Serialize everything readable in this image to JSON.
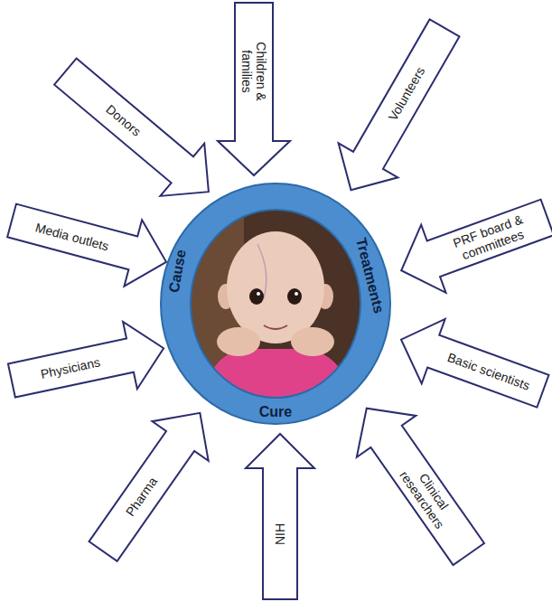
{
  "diagram": {
    "nodes": [
      {
        "text": [
          "Cause",
          "Treatments",
          "Cure"
        ]
      },
      {
        "text": [
          "Children & families"
        ]
      },
      {
        "text": [
          "Volunteers"
        ]
      },
      {
        "text": [
          "PRF board & committees"
        ]
      },
      {
        "text": [
          "Basic scientists"
        ]
      },
      {
        "text": [
          "Clinical researchers"
        ]
      },
      {
        "text": [
          "NIH"
        ]
      },
      {
        "text": [
          "Pharma"
        ]
      },
      {
        "text": [
          "Physicians"
        ]
      },
      {
        "text": [
          "Media outlets"
        ]
      },
      {
        "text": [
          "Donors"
        ]
      }
    ]
  }
}
